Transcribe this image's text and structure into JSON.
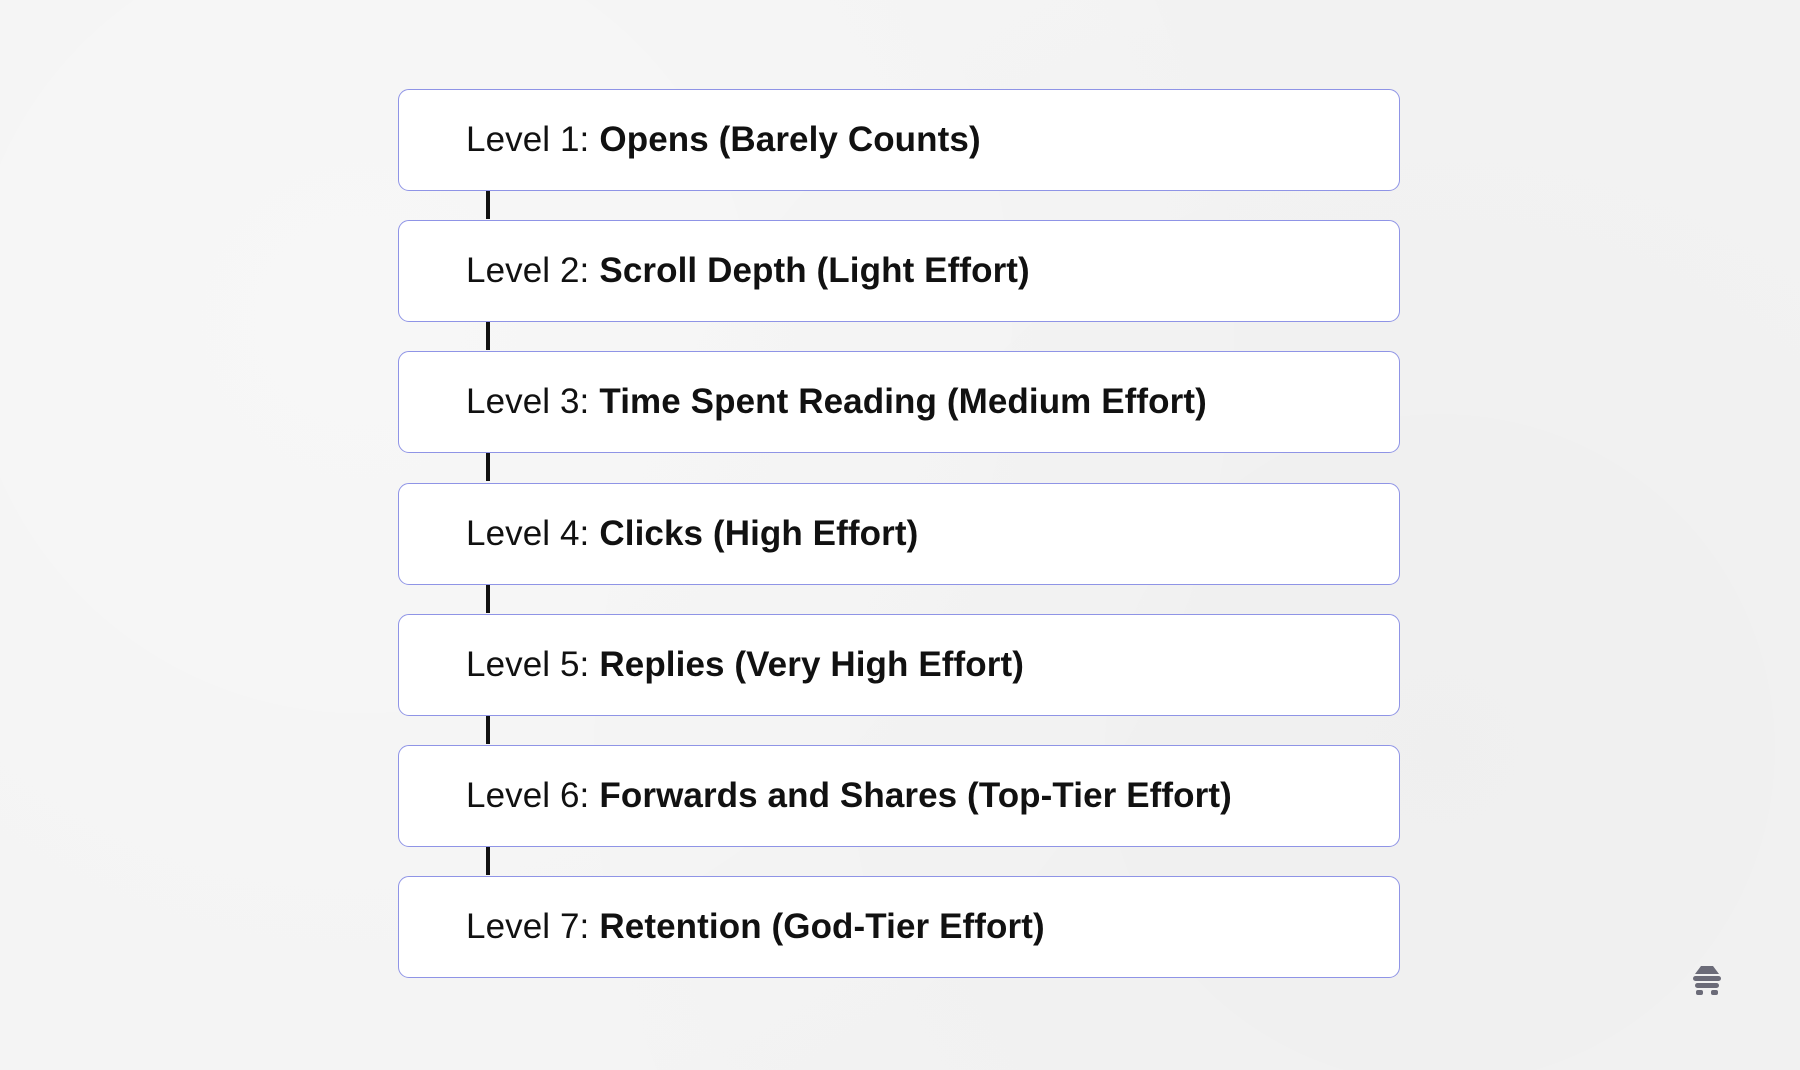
{
  "levels": [
    {
      "prefix": "Level 1:",
      "title": "Opens (Barely Counts)"
    },
    {
      "prefix": "Level 2:",
      "title": "Scroll Depth (Light Effort)"
    },
    {
      "prefix": "Level 3:",
      "title": "Time Spent Reading (Medium Effort)"
    },
    {
      "prefix": "Level 4:",
      "title": "Clicks (High Effort)"
    },
    {
      "prefix": "Level 5:",
      "title": "Replies (Very High Effort)"
    },
    {
      "prefix": "Level 6:",
      "title": "Forwards and Shares (Top-Tier Effort)"
    },
    {
      "prefix": "Level 7:",
      "title": "Retention (God-Tier Effort)"
    }
  ],
  "colors": {
    "background": "#f3f3f3",
    "card_border": "#8f94e6",
    "text": "#111111",
    "connector": "#111111",
    "logo": "#6b6b78"
  },
  "icons": {
    "brand": "beehive-logo-icon"
  }
}
